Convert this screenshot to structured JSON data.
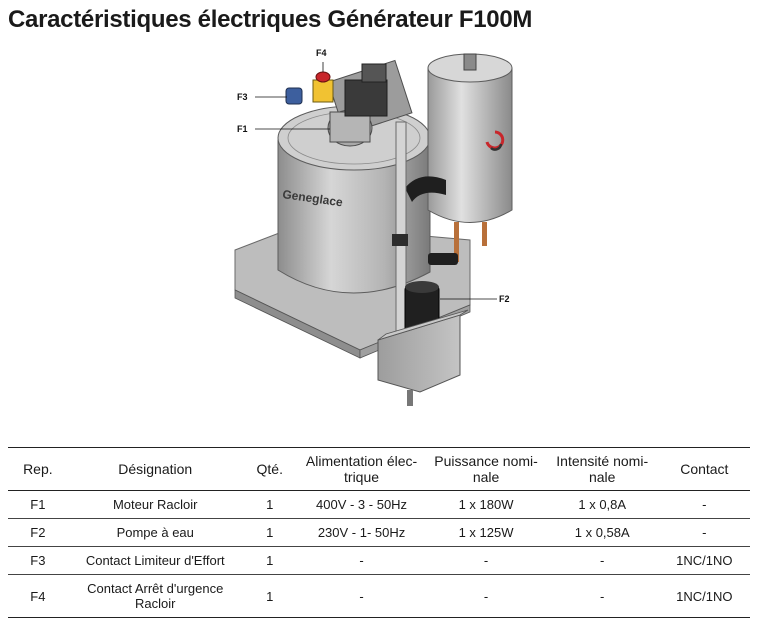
{
  "page": {
    "title": "Caractéristiques électriques Générateur F100M"
  },
  "figure": {
    "callouts": [
      "F4",
      "F3",
      "F1",
      "F2"
    ],
    "brand_text": "Geneglace",
    "colors": {
      "body": "#bfbfbf",
      "dark": "#2a2a2a",
      "accent_red": "#c8262b",
      "copper": "#b8703a",
      "label_yellow": "#f1c232"
    }
  },
  "table": {
    "headers": {
      "rep": "Rep.",
      "designation": "Désignation",
      "qte": "Qté.",
      "alimentation": "Alimentation élec-trique",
      "puissance": "Puissance nomi-nale",
      "intensite": "Intensité nomi-nale",
      "contact": "Contact"
    },
    "rows": [
      {
        "rep": "F1",
        "designation": "Moteur Racloir",
        "qte": "1",
        "alimentation": "400V - 3 - 50Hz",
        "puissance": "1 x 180W",
        "intensite": "1 x 0,8A",
        "contact": "-"
      },
      {
        "rep": "F2",
        "designation": "Pompe à eau",
        "qte": "1",
        "alimentation": "230V - 1- 50Hz",
        "puissance": "1 x 125W",
        "intensite": "1 x 0,58A",
        "contact": "-"
      },
      {
        "rep": "F3",
        "designation": "Contact Limiteur d'Effort",
        "qte": "1",
        "alimentation": "-",
        "puissance": "-",
        "intensite": "-",
        "contact": "1NC/1NO"
      },
      {
        "rep": "F4",
        "designation": "Contact Arrêt d'urgence Racloir",
        "qte": "1",
        "alimentation": "-",
        "puissance": "-",
        "intensite": "-",
        "contact": "1NC/1NO"
      }
    ]
  }
}
